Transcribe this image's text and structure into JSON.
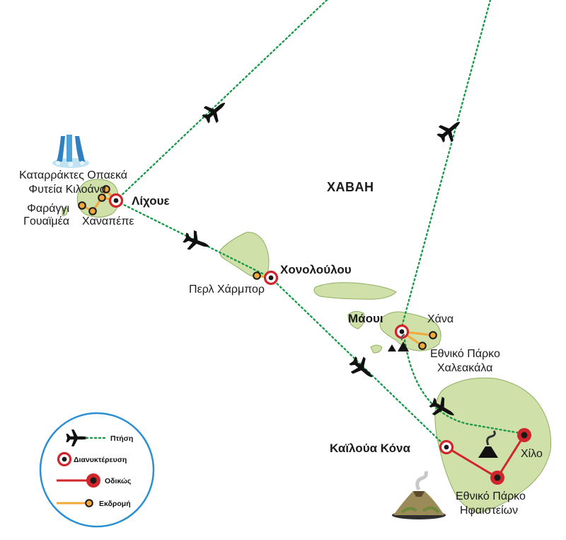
{
  "region_label": "ΧΑΒΑΗ",
  "places": {
    "lihue": "Λίχουε",
    "honolulu": "Χονολούλου",
    "maui": "Μάουι",
    "kailua_kona": "Καϊλούα Κόνα",
    "hilo": "Χίλο",
    "waterfalls": "Καταρράκτες Οπαεκά",
    "kilohana": "Φυτεία Κιλοάνα",
    "waimea_line1": "Φαράγγι",
    "waimea_line2": "Γουαϊμέα",
    "hanapepe": "Χαναπέπε",
    "pearl_harbor": "Περλ Χάρμπορ",
    "hana": "Χάνα",
    "haleakala_line1": "Εθνικό Πάρκο",
    "haleakala_line2": "Χαλεακάλα",
    "volcanoes_line1": "Εθνικό Πάρκο",
    "volcanoes_line2": "Ηφαιστείων"
  },
  "legend": {
    "flight": "Πτήση",
    "overnight": "Διανυκτέρευση",
    "road": "Οδικώς",
    "excursion": "Εκδρομή"
  },
  "colors": {
    "flight_line": "#1a9a4a",
    "road_line": "#d0252b",
    "excursion_line": "#f2a93b",
    "island": "#cfe0a8",
    "island_stroke": "#8fae62",
    "legend_border": "#2b8fd4"
  },
  "icons": [
    "airplane-icon",
    "waterfall-icon",
    "volcano-icon",
    "overnight-marker-icon"
  ]
}
